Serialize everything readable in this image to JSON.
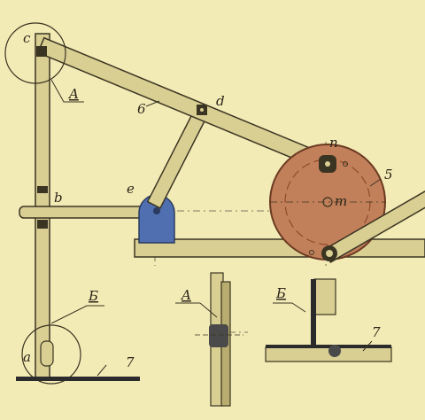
{
  "labels": {
    "c": "c",
    "A_top": "A",
    "six": "6",
    "d": "d",
    "n": "n",
    "five": "5",
    "e": "e",
    "m": "m",
    "b": "b",
    "B_left": "Б",
    "a": "a",
    "seven_left": "7",
    "A_detail": "A",
    "B_detail": "Б",
    "seven_right": "7"
  },
  "colors": {
    "paper": "#f3ebb6",
    "wood": "#d9cf93",
    "wood_dark": "#b8ad6e",
    "outline": "#3a3422",
    "wheel": "#c2805a",
    "wheel_dark": "#8f4a2c",
    "pivot_block": "#4f6fb0",
    "ground": "#2b2b2b"
  }
}
